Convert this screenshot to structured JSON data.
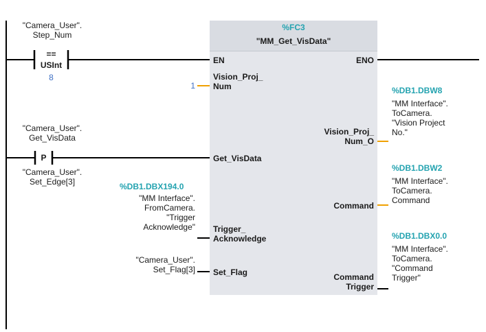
{
  "contact_compare": {
    "operand": "\"Camera_User\".\nStep_Num",
    "operator": "==",
    "type": "USInt",
    "value": "8"
  },
  "contact_edge": {
    "operand": "\"Camera_User\".\nGet_VisData",
    "symbol": "P",
    "edge_bit": "\"Camera_User\".\nSet_Edge[3]"
  },
  "block": {
    "address": "%FC3",
    "name": "\"MM_Get_VisData\"",
    "inputs": {
      "en": "EN",
      "vision_proj_num": "Vision_Proj_\nNum",
      "get_visdata": "Get_VisData",
      "trigger_ack": "Trigger_\nAcknowledge",
      "set_flag": "Set_Flag"
    },
    "outputs": {
      "eno": "ENO",
      "vision_proj_num_o": "Vision_Proj_\nNum_O",
      "command": "Command",
      "command_trigger": "Command\nTrigger"
    }
  },
  "input_values": {
    "vision_proj_num": "1",
    "trigger_ack_address": "%DB1.DBX194.0",
    "trigger_ack_symbol": "\"MM Interface\".\nFromCamera.\n\"Trigger\nAcknowledge\"",
    "set_flag_symbol": "\"Camera_User\".\nSet_Flag[3]"
  },
  "output_values": {
    "vision_proj_num_o_address": "%DB1.DBW8",
    "vision_proj_num_o_symbol": "\"MM Interface\".\nToCamera.\n\"Vision Project\nNo.\"",
    "command_address": "%DB1.DBW2",
    "command_symbol": "\"MM Interface\".\nToCamera.\nCommand",
    "command_trigger_address": "%DB1.DBX0.0",
    "command_trigger_symbol": "\"MM Interface\".\nToCamera.\n\"Command\nTrigger\""
  },
  "colors": {
    "address": "#24a3b0",
    "constant": "#3d6fc4",
    "wire": "#000000",
    "block_fill": "#e4e6eb"
  }
}
